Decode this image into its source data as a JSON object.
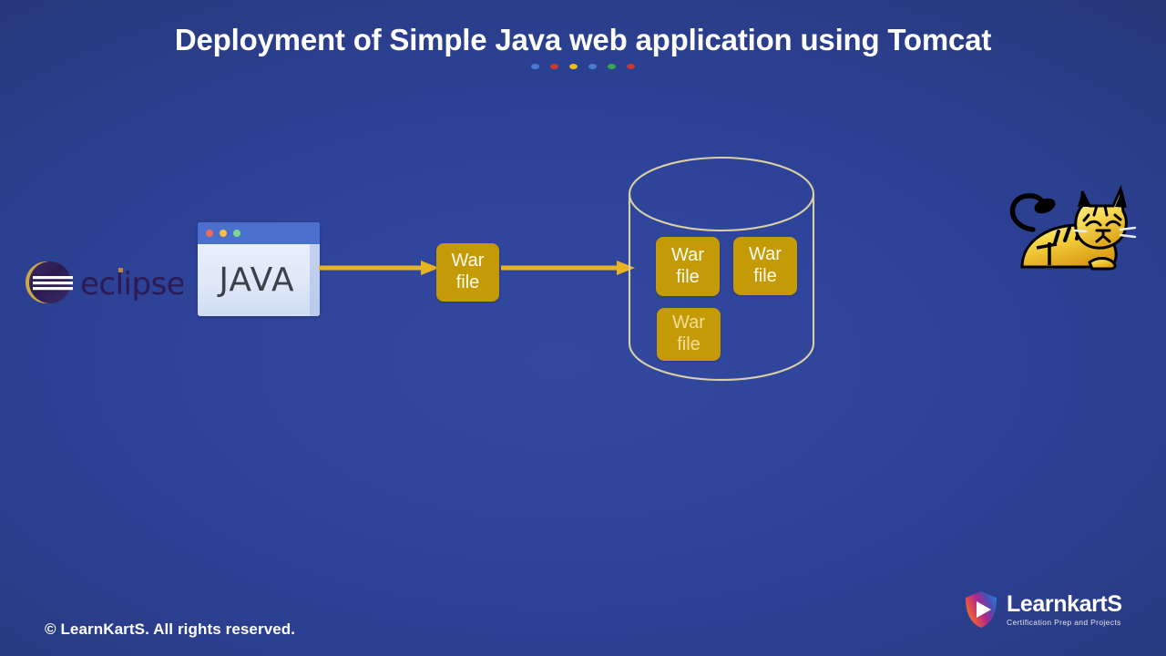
{
  "slide": {
    "title": "Deployment of Simple Java web application using Tomcat",
    "background_center_color": "#33499f",
    "background_edge_color": "#21325f",
    "accent_color": "#e8b521",
    "title_dots": [
      {
        "name": "dot-blue-1",
        "color": "#4a7bd0"
      },
      {
        "name": "dot-red-1",
        "color": "#cc3b30"
      },
      {
        "name": "dot-yellow",
        "color": "#f0bf1a"
      },
      {
        "name": "dot-blue-2",
        "color": "#4a7bd0"
      },
      {
        "name": "dot-green",
        "color": "#34a853"
      },
      {
        "name": "dot-red-2",
        "color": "#cc3b30"
      }
    ]
  },
  "diagram": {
    "eclipse": {
      "label": "eclipse",
      "icon": "eclipse-logo-icon",
      "wordmark_color": "#2b1a55",
      "crescent_color": "#c9a84a"
    },
    "java_window": {
      "label": "JAVA",
      "icon": "browser-window-icon",
      "titlebar_color": "#4b6fcd",
      "traffic_lights": [
        {
          "name": "traffic-light-red",
          "color": "#ee6a5f"
        },
        {
          "name": "traffic-light-yellow",
          "color": "#f5c043"
        },
        {
          "name": "traffic-light-green",
          "color": "#7ad98b"
        }
      ]
    },
    "arrows": [
      {
        "name": "arrow-java-to-war",
        "from": "java-window",
        "to": "war-file-package",
        "color": "#e8b521"
      },
      {
        "name": "arrow-war-to-database",
        "from": "war-file-package",
        "to": "tomcat-database",
        "color": "#e8b521"
      }
    ],
    "war_package": {
      "line1": "War",
      "line2": "file",
      "fill_color": "#c49a06",
      "text_color": "#fbfbf0"
    },
    "database": {
      "icon": "cylinder-database-icon",
      "outline_color": "#d8cfa4",
      "items": [
        {
          "name": "war-file-deployed-1",
          "line1": "War",
          "line2": "file",
          "text_color": "#fbfbf0"
        },
        {
          "name": "war-file-deployed-2",
          "line1": "War",
          "line2": "file",
          "text_color": "#fbfbf0"
        },
        {
          "name": "war-file-deployed-3",
          "line1": "War",
          "line2": "file",
          "text_color": "#f3df9a"
        }
      ]
    },
    "tomcat": {
      "icon": "apache-tomcat-cat-icon",
      "body_color": "#f3d03a",
      "outline_color": "#000000"
    }
  },
  "footer": {
    "copyright": "© LearnKartS. All rights reserved.",
    "brand": {
      "name": "LearnkartS",
      "tagline": "Certification Prep and Projects",
      "icon": "learnkarts-shield-play-icon",
      "gradient_start": "#f07c1e",
      "gradient_mid": "#b02a8f",
      "gradient_end": "#2b6fd6"
    }
  }
}
